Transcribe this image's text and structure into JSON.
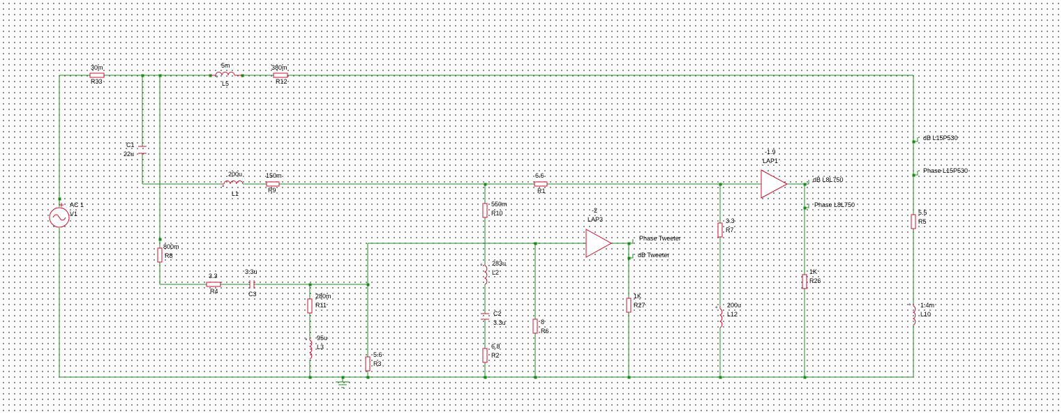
{
  "colors": {
    "wire": "#1c8a1c",
    "component": "#c8102e",
    "text": "#000000",
    "grid": "#6e6e6e"
  },
  "components": {
    "R33": {
      "value": "30m",
      "ref": "R33"
    },
    "L5": {
      "value": "5m",
      "ref": "L5"
    },
    "R12": {
      "value": "380m",
      "ref": "R12"
    },
    "C1": {
      "value": "22u",
      "ref": "C1"
    },
    "L1": {
      "value": "200u",
      "ref": "L1"
    },
    "R9": {
      "value": "150m",
      "ref": "R9"
    },
    "R1": {
      "value": "6.6",
      "ref": "R1"
    },
    "V1": {
      "value": "AC 1",
      "ref": "V1"
    },
    "R10": {
      "value": "550m",
      "ref": "R10"
    },
    "R8": {
      "value": "800m",
      "ref": "R8"
    },
    "R4": {
      "value": "3.3",
      "ref": "R4"
    },
    "C3": {
      "value": "3.3u",
      "ref": "C3"
    },
    "R11": {
      "value": "280m",
      "ref": "R11"
    },
    "L3": {
      "value": "95u",
      "ref": "L3"
    },
    "R3": {
      "value": "5.6",
      "ref": "R3"
    },
    "L2": {
      "value": "283u",
      "ref": "L2"
    },
    "C2": {
      "value": "3.3u",
      "ref": "C2"
    },
    "R2": {
      "value": "6.8",
      "ref": "R2"
    },
    "R6": {
      "value": "8",
      "ref": "R6"
    },
    "LAP3": {
      "value": "-2",
      "ref": "LAP3"
    },
    "R27": {
      "value": "1K",
      "ref": "R27"
    },
    "R7": {
      "value": "3.3",
      "ref": "R7"
    },
    "L12": {
      "value": "200u",
      "ref": "L12"
    },
    "LAP1": {
      "value": "-1.9",
      "ref": "LAP1"
    },
    "R26": {
      "value": "1K",
      "ref": "R26"
    },
    "R5": {
      "value": "5.5",
      "ref": "R5"
    },
    "L10": {
      "value": "1.4m",
      "ref": "L10"
    }
  },
  "probes": {
    "db_l15p530": "dB L15P530",
    "phase_l15p530": "Phase L15P530",
    "db_l8l750": "dB L8L750",
    "phase_l8l750": "Phase L8L750",
    "phase_tweeter": "Phase Tweeter",
    "db_tweeter": "dB Tweeter"
  }
}
